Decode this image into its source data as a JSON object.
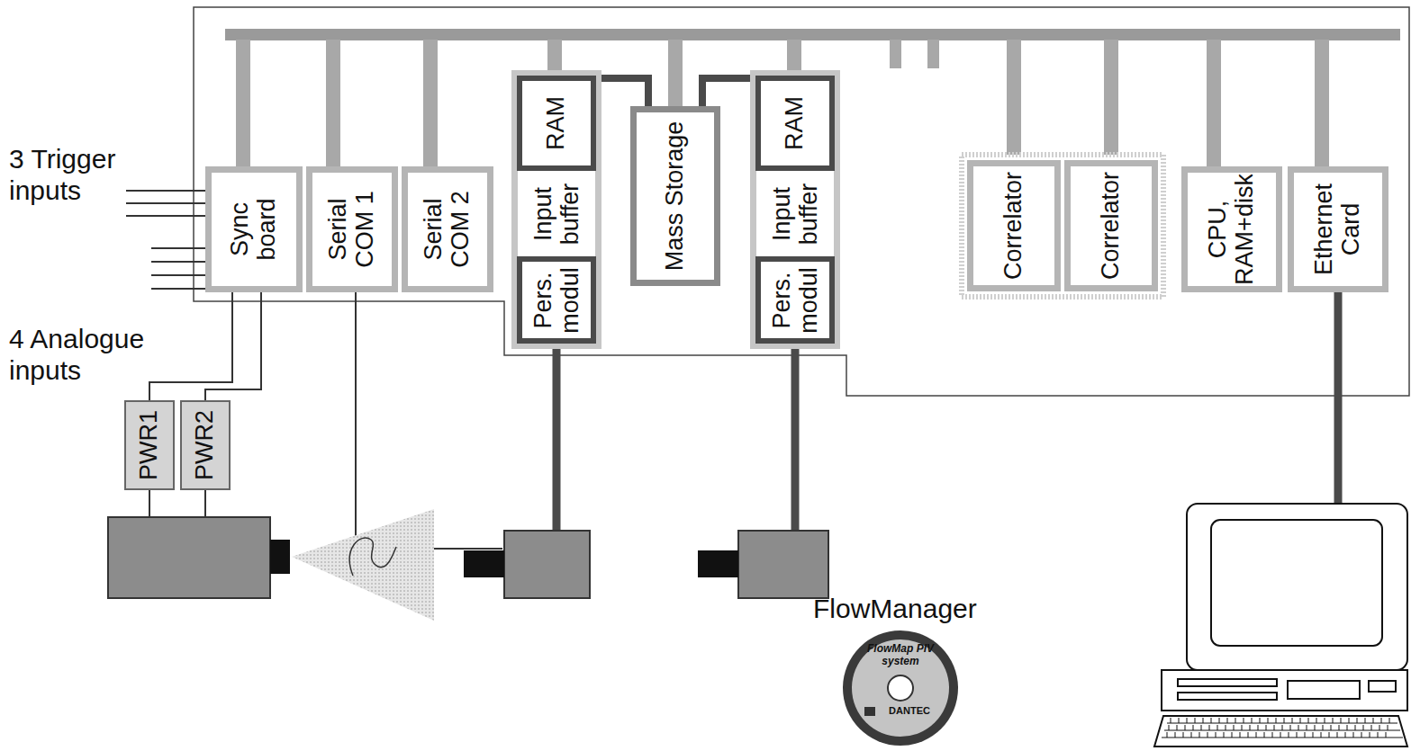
{
  "diagram": {
    "nodes": [
      {
        "text": [
          "Sync board"
        ]
      },
      {
        "text": [
          "Serial COM 1"
        ]
      },
      {
        "text": [
          "Serial COM 2"
        ]
      },
      {
        "text": [
          "Input buffer"
        ]
      },
      {
        "text": [
          "RAM"
        ],
        "in": 3
      },
      {
        "text": [
          "Pers. modul"
        ],
        "in": 3
      },
      {
        "text": [
          "Mass Storage"
        ]
      },
      {
        "text": [
          "Input buffer"
        ]
      },
      {
        "text": [
          "RAM"
        ],
        "in": 7
      },
      {
        "text": [
          "Pers. modul"
        ],
        "in": 7
      },
      {
        "text": [
          "Correlator"
        ]
      },
      {
        "text": [
          "Correlator"
        ]
      },
      {
        "text": [
          "CPU, RAM+disk"
        ]
      },
      {
        "text": [
          "Ethernet Card"
        ]
      },
      {
        "text": [
          "PWR1"
        ]
      },
      {
        "text": [
          "PWR2"
        ]
      }
    ],
    "edges": [
      {
        "from": 0,
        "to": 14,
        "arrow": "none"
      },
      {
        "from": 0,
        "to": 15,
        "arrow": "none"
      },
      {
        "from": 4,
        "to": 6,
        "arrow": "none"
      },
      {
        "from": 8,
        "to": 6,
        "arrow": "none"
      }
    ],
    "labels": [
      "3 Trigger inputs",
      "4 Analogue inputs",
      "FlowManager",
      "FlowMap PIV system",
      "DANTEC"
    ]
  }
}
